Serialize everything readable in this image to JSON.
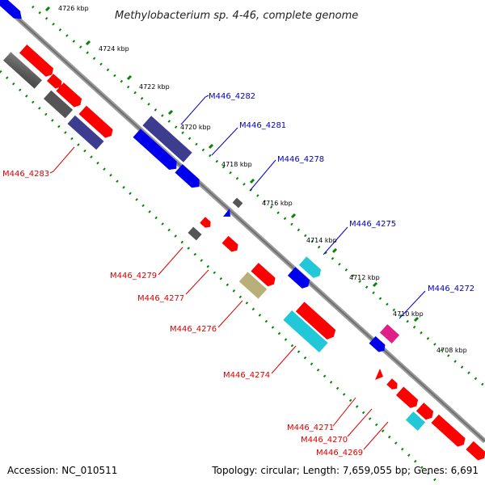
{
  "title": "Methylobacterium sp. 4-46, complete genome",
  "accession": "Accession: NC_010511",
  "summary": "Topology: circular; Length: 7,659,055 bp; Genes: 6,691",
  "ticks": [
    "4726 kbp",
    "4724 kbp",
    "4722 kbp",
    "4720 kbp",
    "4718 kbp",
    "4716 kbp",
    "4714 kbp",
    "4712 kbp",
    "4710 kbp",
    "4708 kbp"
  ],
  "gene_labels": {
    "M446_4282": "M446_4282",
    "M446_4281": "M446_4281",
    "M446_4278": "M446_4278",
    "M446_4275": "M446_4275",
    "M446_4272": "M446_4272",
    "M446_4283": "M446_4283",
    "M446_4279": "M446_4279",
    "M446_4277": "M446_4277",
    "M446_4276": "M446_4276",
    "M446_4274": "M446_4274",
    "M446_4271": "M446_4271",
    "M446_4270": "M446_4270",
    "M446_4269": "M446_4269"
  },
  "colors": {
    "backbone": "#808080",
    "cds_red": "#ff0000",
    "cds_blue": "#0000ee",
    "cds_navy": "#3d3d8f",
    "cds_gray": "#555555",
    "cds_cyan": "#22c8d8",
    "cds_olive": "#b8b078",
    "cds_magenta": "#e0208a",
    "dots": "#008800",
    "label_blue": "#0000cc",
    "label_red": "#dd0000"
  }
}
